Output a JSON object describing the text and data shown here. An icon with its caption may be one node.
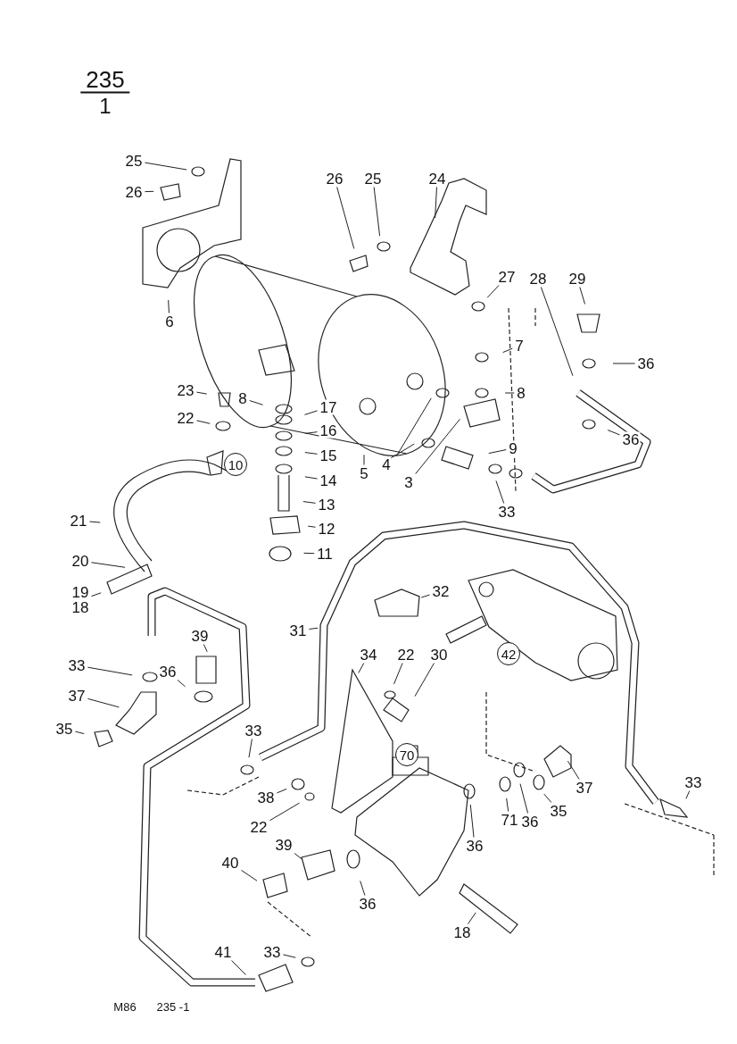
{
  "diagram": {
    "nodes": [
      {
        "text": [
          "25"
        ]
      },
      {
        "text": [
          "26"
        ]
      },
      {
        "text": [
          "6"
        ]
      },
      {
        "text": [
          "26"
        ]
      },
      {
        "text": [
          "25"
        ]
      },
      {
        "text": [
          "24"
        ]
      },
      {
        "text": [
          "27"
        ]
      },
      {
        "text": [
          "28"
        ]
      },
      {
        "text": [
          "29"
        ]
      },
      {
        "text": [
          "36"
        ]
      },
      {
        "text": [
          "7"
        ]
      },
      {
        "text": [
          "8"
        ]
      },
      {
        "text": [
          "9"
        ]
      },
      {
        "text": [
          "36"
        ]
      },
      {
        "text": [
          "33"
        ]
      },
      {
        "text": [
          "3"
        ]
      },
      {
        "text": [
          "4"
        ]
      },
      {
        "text": [
          "5"
        ]
      },
      {
        "text": [
          "23"
        ]
      },
      {
        "text": [
          "22"
        ]
      },
      {
        "text": [
          "8"
        ]
      },
      {
        "text": [
          "17"
        ]
      },
      {
        "text": [
          "16"
        ]
      },
      {
        "text": [
          "10"
        ]
      },
      {
        "text": [
          "15"
        ]
      },
      {
        "text": [
          "14"
        ]
      },
      {
        "text": [
          "13"
        ]
      },
      {
        "text": [
          "12"
        ]
      },
      {
        "text": [
          "11"
        ]
      },
      {
        "text": [
          "21"
        ]
      },
      {
        "text": [
          "20"
        ]
      },
      {
        "text": [
          "19",
          "18"
        ]
      },
      {
        "text": [
          "32"
        ]
      },
      {
        "text": [
          "31"
        ]
      },
      {
        "text": [
          "42"
        ]
      },
      {
        "text": [
          "39"
        ]
      },
      {
        "text": [
          "33"
        ]
      },
      {
        "text": [
          "36"
        ]
      },
      {
        "text": [
          "37"
        ]
      },
      {
        "text": [
          "35"
        ]
      },
      {
        "text": [
          "34"
        ]
      },
      {
        "text": [
          "22"
        ]
      },
      {
        "text": [
          "30"
        ]
      },
      {
        "text": [
          "33"
        ]
      },
      {
        "text": [
          "70"
        ]
      },
      {
        "text": [
          "38"
        ]
      },
      {
        "text": [
          "22"
        ]
      },
      {
        "text": [
          "37"
        ]
      },
      {
        "text": [
          "35"
        ]
      },
      {
        "text": [
          "36"
        ]
      },
      {
        "text": [
          "71"
        ]
      },
      {
        "text": [
          "36"
        ]
      },
      {
        "text": [
          "33"
        ]
      },
      {
        "text": [
          "40"
        ]
      },
      {
        "text": [
          "39"
        ]
      },
      {
        "text": [
          "36"
        ]
      },
      {
        "text": [
          "18"
        ]
      },
      {
        "text": [
          "33"
        ]
      },
      {
        "text": [
          "41"
        ]
      }
    ],
    "edges": [
      {
        "from": 0,
        "to": null,
        "arrow": "none"
      },
      {
        "from": 1,
        "to": null,
        "arrow": "none"
      },
      {
        "from": 2,
        "to": null,
        "arrow": "none"
      },
      {
        "from": 3,
        "to": null,
        "arrow": "none"
      },
      {
        "from": 4,
        "to": null,
        "arrow": "none"
      },
      {
        "from": 5,
        "to": null,
        "arrow": "none"
      },
      {
        "from": 6,
        "to": null,
        "arrow": "none"
      },
      {
        "from": 7,
        "to": null,
        "arrow": "none"
      },
      {
        "from": 8,
        "to": null,
        "arrow": "none"
      },
      {
        "from": 9,
        "to": null,
        "arrow": "none"
      },
      {
        "from": 10,
        "to": null,
        "arrow": "none"
      },
      {
        "from": 11,
        "to": null,
        "arrow": "none"
      },
      {
        "from": 12,
        "to": null,
        "arrow": "none"
      },
      {
        "from": 13,
        "to": null,
        "arrow": "none"
      },
      {
        "from": 14,
        "to": null,
        "arrow": "none"
      },
      {
        "from": 15,
        "to": null,
        "arrow": "none"
      },
      {
        "from": 16,
        "to": null,
        "arrow": "none"
      },
      {
        "from": 16,
        "to": null,
        "arrow": "none"
      },
      {
        "from": 17,
        "to": null,
        "arrow": "none"
      },
      {
        "from": 18,
        "to": null,
        "arrow": "none"
      },
      {
        "from": 19,
        "to": null,
        "arrow": "none"
      },
      {
        "from": 20,
        "to": null,
        "arrow": "none"
      },
      {
        "from": 21,
        "to": null,
        "arrow": "none"
      },
      {
        "from": 22,
        "to": null,
        "arrow": "none"
      },
      {
        "from": 24,
        "to": null,
        "arrow": "none"
      },
      {
        "from": 25,
        "to": null,
        "arrow": "none"
      },
      {
        "from": 26,
        "to": null,
        "arrow": "none"
      },
      {
        "from": 27,
        "to": null,
        "arrow": "none"
      },
      {
        "from": 28,
        "to": null,
        "arrow": "none"
      },
      {
        "from": 29,
        "to": null,
        "arrow": "none"
      },
      {
        "from": 30,
        "to": null,
        "arrow": "none"
      },
      {
        "from": 31,
        "to": null,
        "arrow": "none"
      },
      {
        "from": 32,
        "to": null,
        "arrow": "none"
      },
      {
        "from": 33,
        "to": null,
        "arrow": "none"
      },
      {
        "from": 35,
        "to": null,
        "arrow": "none"
      },
      {
        "from": 36,
        "to": null,
        "arrow": "none"
      },
      {
        "from": 37,
        "to": null,
        "arrow": "none"
      },
      {
        "from": 38,
        "to": null,
        "arrow": "none"
      },
      {
        "from": 39,
        "to": null,
        "arrow": "none"
      },
      {
        "from": 40,
        "to": null,
        "arrow": "none"
      },
      {
        "from": 41,
        "to": null,
        "arrow": "none"
      },
      {
        "from": 42,
        "to": null,
        "arrow": "none"
      },
      {
        "from": 43,
        "to": null,
        "arrow": "none"
      },
      {
        "from": 45,
        "to": null,
        "arrow": "none"
      },
      {
        "from": 46,
        "to": null,
        "arrow": "none"
      },
      {
        "from": 47,
        "to": null,
        "arrow": "none"
      },
      {
        "from": 48,
        "to": null,
        "arrow": "none"
      },
      {
        "from": 49,
        "to": null,
        "arrow": "none"
      },
      {
        "from": 50,
        "to": null,
        "arrow": "none"
      },
      {
        "from": 51,
        "to": null,
        "arrow": "none"
      },
      {
        "from": 52,
        "to": null,
        "arrow": "none"
      },
      {
        "from": 53,
        "to": null,
        "arrow": "none"
      },
      {
        "from": 54,
        "to": null,
        "arrow": "none"
      },
      {
        "from": 55,
        "to": null,
        "arrow": "none"
      },
      {
        "from": 56,
        "to": null,
        "arrow": "none"
      },
      {
        "from": 57,
        "to": null,
        "arrow": "none"
      },
      {
        "from": 58,
        "to": null,
        "arrow": "none"
      }
    ],
    "labels": [
      "235",
      "1",
      "M86",
      "235 -1"
    ]
  }
}
